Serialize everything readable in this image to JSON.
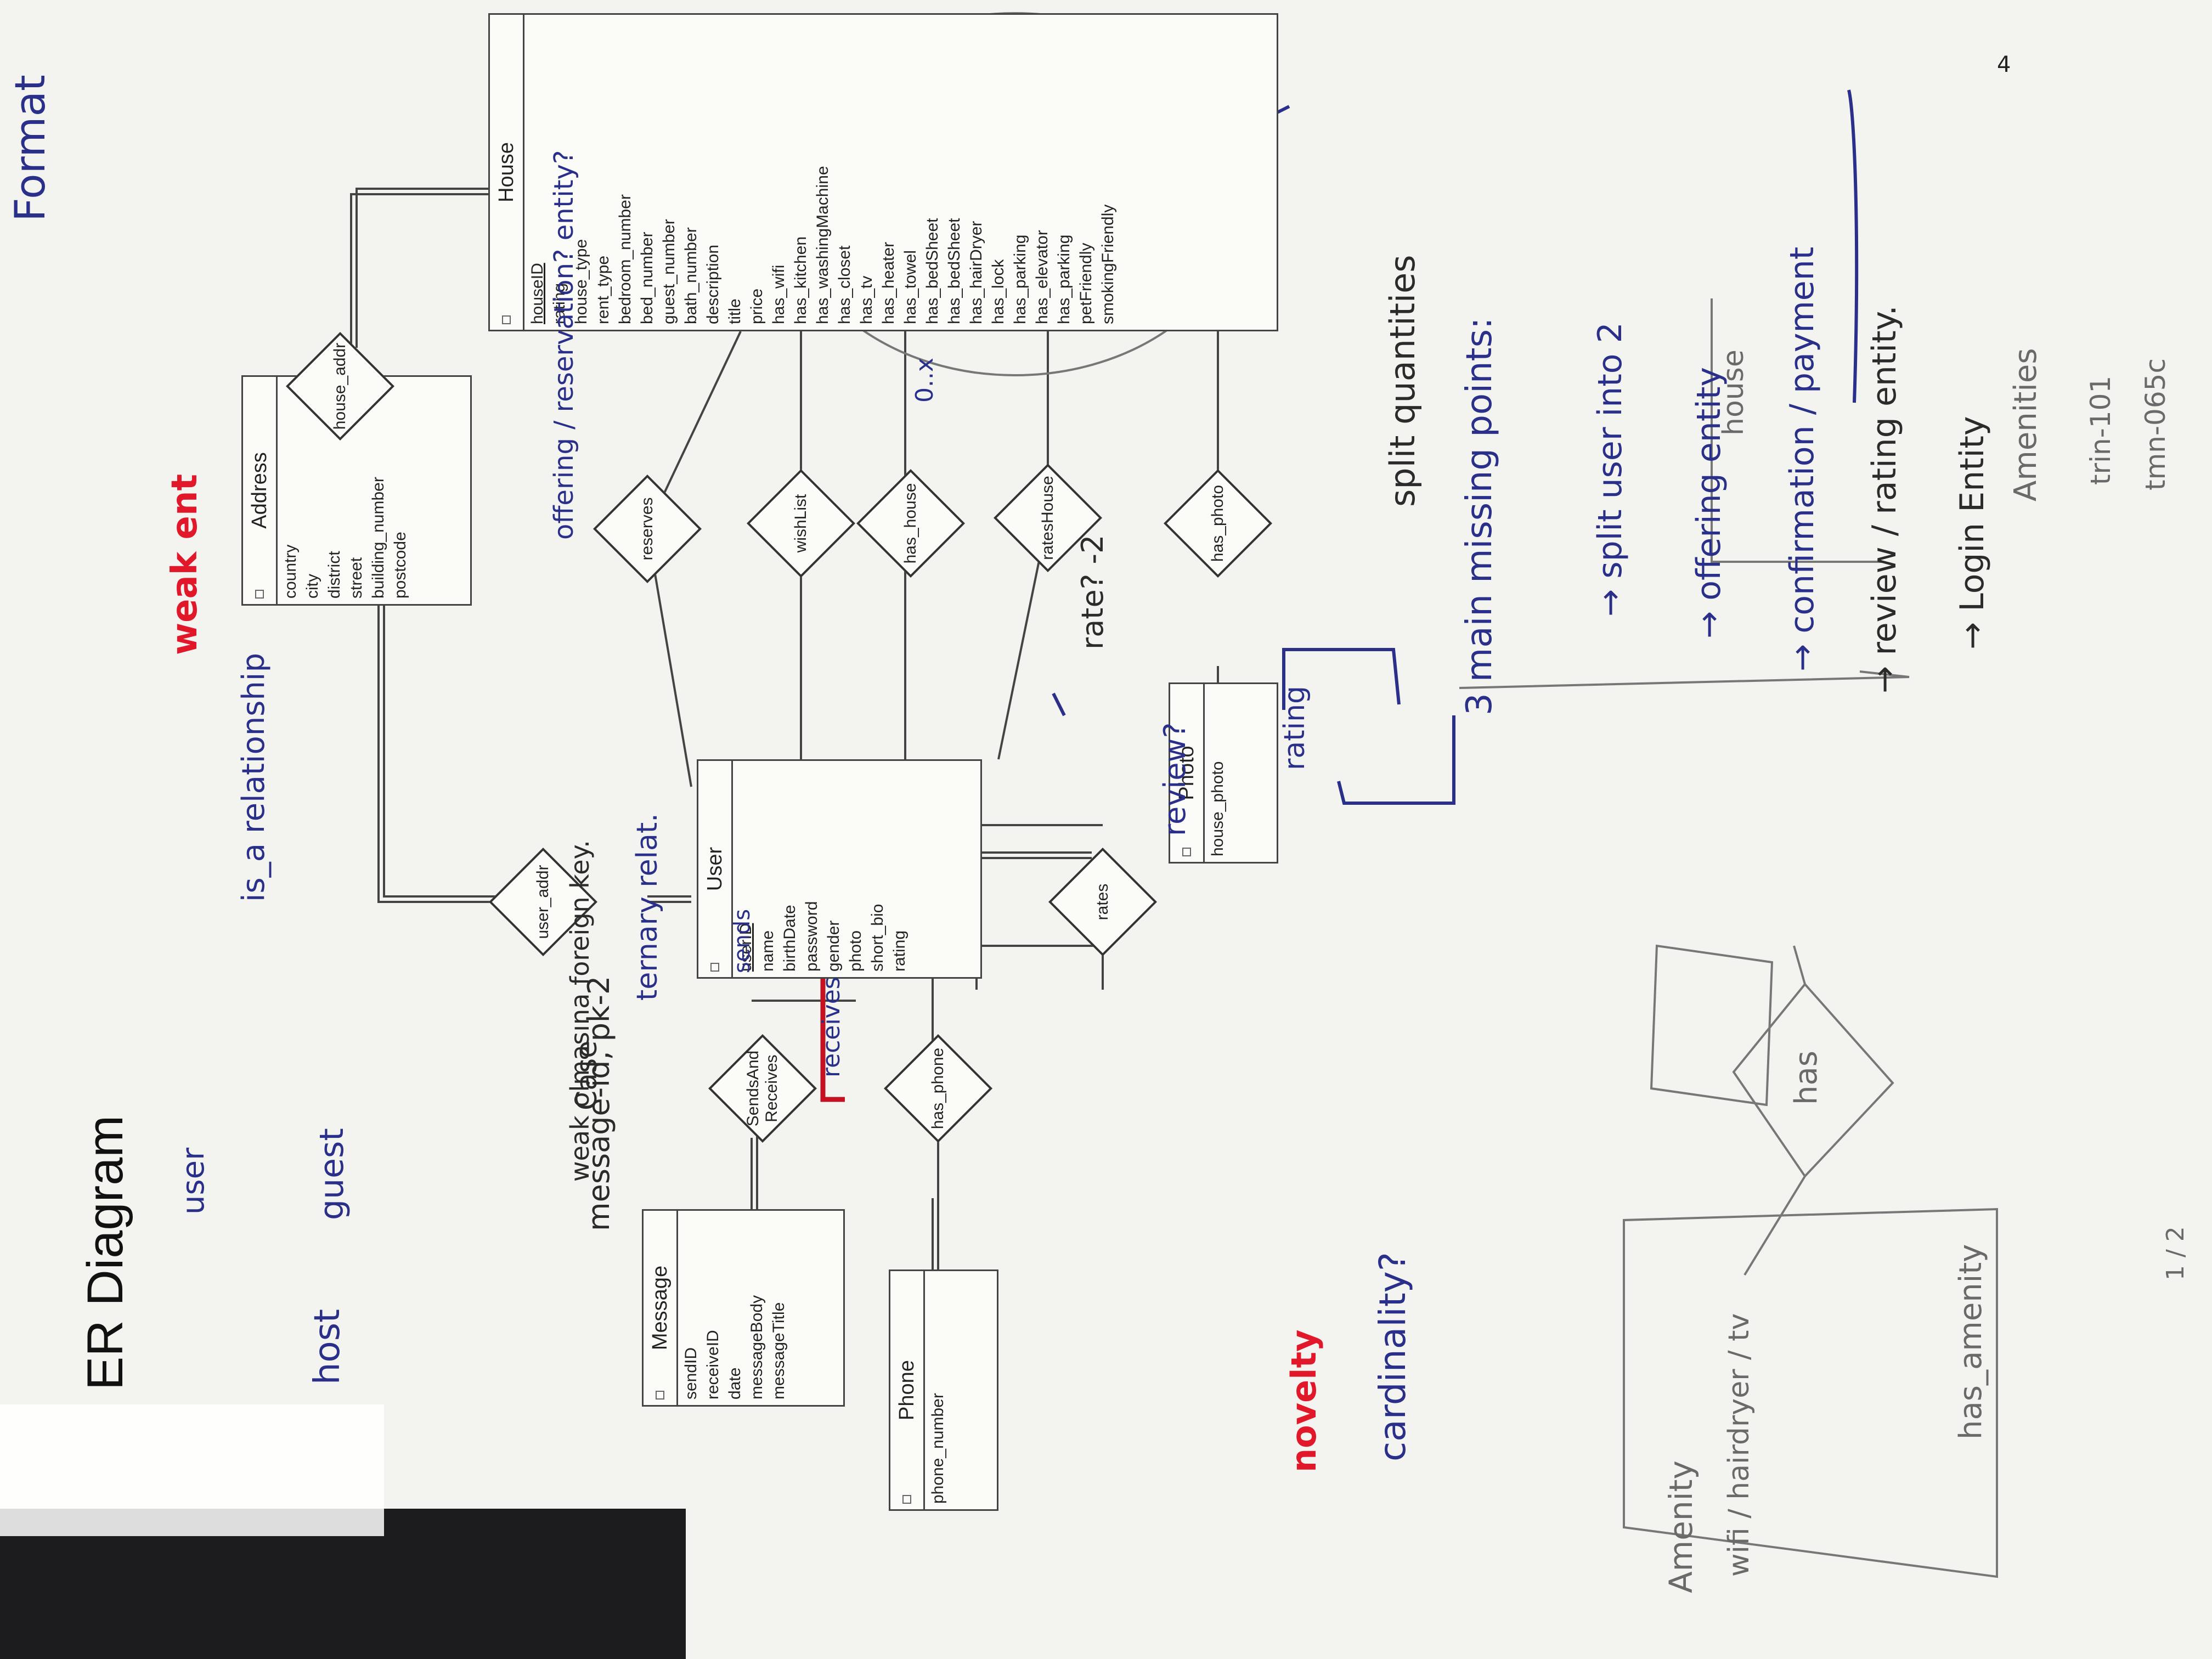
{
  "page_number": "4",
  "title": "ER Diagram",
  "entities": {
    "house": {
      "name": "House",
      "attributes": [
        "houseID",
        "rating",
        "house_type",
        "rent_type",
        "bedroom_number",
        "bed_number",
        "guest_number",
        "bath_number",
        "description",
        "title",
        "price",
        "has_wifi",
        "has_kitchen",
        "has_washingMachine",
        "has_closet",
        "has_tv",
        "has_heater",
        "has_towel",
        "has_bedSheet",
        "has_bedSheet",
        "has_hairDryer",
        "has_lock",
        "has_parking",
        "has_elevator",
        "has_parking",
        "petFriendly",
        "smokingFriendly"
      ]
    },
    "address": {
      "name": "Address",
      "attributes": [
        "country",
        "city",
        "district",
        "street",
        "building_number",
        "postcode"
      ]
    },
    "user": {
      "name": "User",
      "attributes": [
        "userID",
        "name",
        "birthDate",
        "password",
        "gender",
        "photo",
        "short_bio",
        "rating"
      ]
    },
    "message": {
      "name": "Message",
      "attributes": [
        "sendID",
        "receiveID",
        "date",
        "messageBody",
        "messageTitle"
      ]
    },
    "phone": {
      "name": "Phone",
      "attributes": [
        "phone_number"
      ]
    },
    "photo": {
      "name": "Photo",
      "attributes": [
        "house_photo"
      ]
    }
  },
  "relationships": {
    "house_addr": "house_addr",
    "user_addr": "user_addr",
    "reserves": "reserves",
    "wishlist": "wishList",
    "has_house": "has_house",
    "rates_house": "ratesHouse",
    "has_photo": "has_photo",
    "rates": "rates",
    "sends_receives": "SendsAnd Receives",
    "has_phone": "has_phone"
  },
  "annotations": {
    "format": "Format",
    "weak_entity": "weak ent",
    "is_a": "is_a relationship",
    "user": "user",
    "host": "host",
    "guest": "guest",
    "offering": "offering / reservation? entity?",
    "sends": "sends",
    "receives": "receives",
    "ternary": "ternary relat.",
    "case": "Case",
    "weak_foreign": "weak olmasına foreign key.",
    "message_id": "message-id, pk-2",
    "novelty": "novelty",
    "cardinality": "cardinality?",
    "rate": "rate? -2",
    "review": "review?",
    "rating_box": "rating",
    "zero_x": "0..x",
    "note_title": "3 main missing points:",
    "split_quantities": "split quantities",
    "point1": "→ split user into 2",
    "point2": "→ offering entity",
    "point3": "→ confirmation / payment",
    "point4": "→ review / rating entity.",
    "point5": "→ Login Entity",
    "amenities_head": "Amenities",
    "amen1": "trin-101",
    "amen2": "tmn-065c",
    "sketch_amenity": "Amenity",
    "sketch_items": "wifi / hairdryer / tv",
    "sketch_has": "has",
    "sketch_house": "house",
    "sketch_has_amenity": "has_amenity",
    "sketch_marks": "1 / 2"
  }
}
